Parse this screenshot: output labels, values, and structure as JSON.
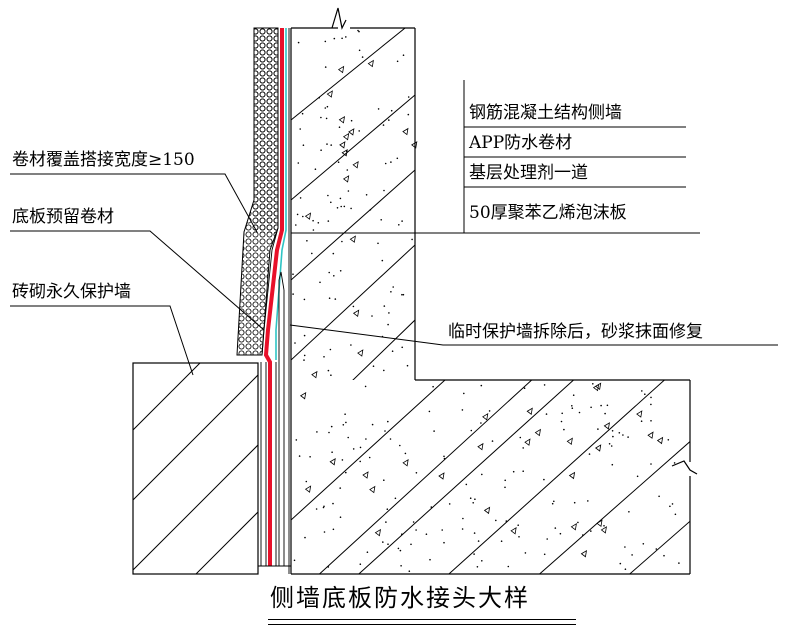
{
  "labels": {
    "lap_width": "卷材覆盖搭接宽度≥150",
    "reserved_membrane": "底板预留卷材",
    "brick_wall": "砖砌永久保护墙",
    "repair_note": "临时保护墙拆除后，砂浆抹面修复"
  },
  "legend": [
    "钢筋混凝土结构侧墙",
    "APP防水卷材",
    "基层处理剂一道",
    "50厚聚苯乙烯泡沫板"
  ],
  "title": "侧墙底板防水接头大样",
  "colors": {
    "line": "#000000",
    "membrane": "#e8102a",
    "primer": "#2ec4c4"
  }
}
